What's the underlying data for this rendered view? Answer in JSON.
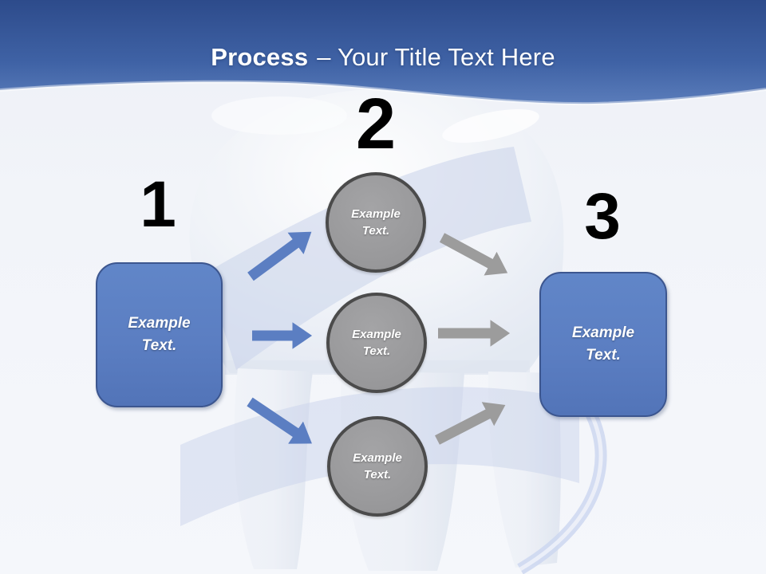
{
  "header": {
    "title_bold": "Process",
    "title_rest": "– Your Title Text Here"
  },
  "diagram": {
    "numbers": [
      "1",
      "2",
      "3"
    ],
    "left_box": {
      "label": "Example Text."
    },
    "right_box": {
      "label": "Example Text."
    },
    "circles": [
      {
        "label": "Example Text."
      },
      {
        "label": "Example Text."
      },
      {
        "label": "Example Text."
      }
    ]
  },
  "colors": {
    "header_blue_top": "#2d4b8b",
    "header_blue_bottom": "#5a7cba",
    "box_blue": "#5b7ec2",
    "box_border": "#3c568f",
    "circle_gray": "#9b9b9d",
    "circle_border": "#4b4b4b",
    "arrow_blue": "#5b7ec2",
    "arrow_gray": "#9c9c9c",
    "number_color": "#000000",
    "label_color": "#ffffff",
    "ribbon_blue": "#c5d0ea",
    "background": "#f2f4f9"
  }
}
